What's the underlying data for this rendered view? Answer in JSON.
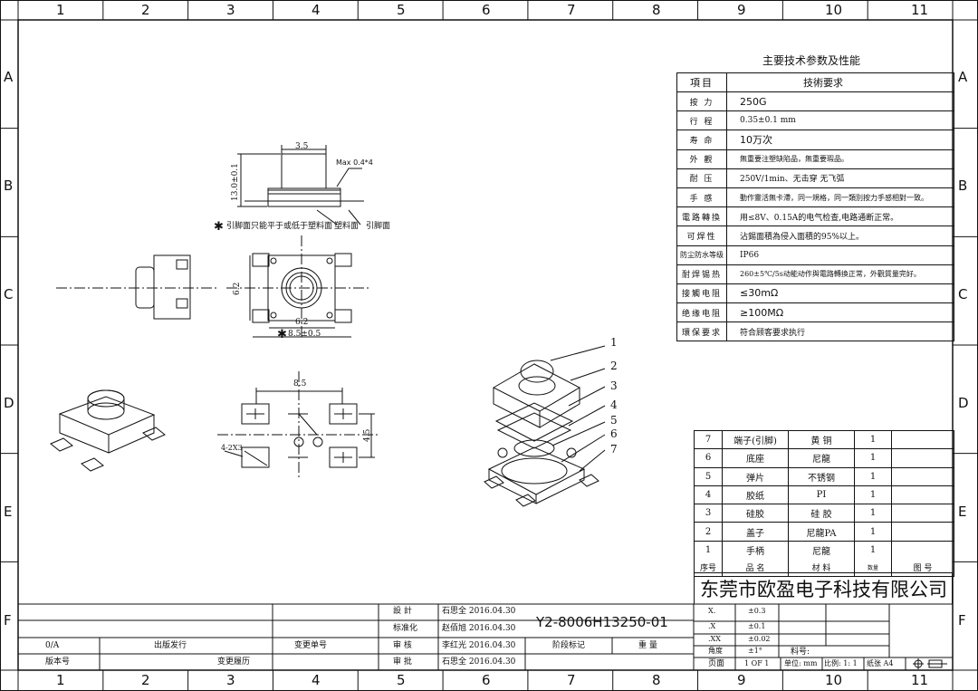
{
  "zones_cols": [
    "1",
    "2",
    "3",
    "4",
    "5",
    "6",
    "7",
    "8",
    "9",
    "10",
    "11"
  ],
  "zones_rows": [
    "A",
    "B",
    "C",
    "D",
    "E",
    "F"
  ],
  "spec_table": {
    "title": "主要技术参数及性能",
    "header": {
      "item": "項目",
      "req": "技術要求"
    },
    "rows": [
      {
        "k": "按 力",
        "v": "250G"
      },
      {
        "k": "行 程",
        "v": "0.35±0.1 mm"
      },
      {
        "k": "寿 命",
        "v": "10万次"
      },
      {
        "k": "外 觀",
        "v": "無重要注塑缺陷品，無重要瑕品。"
      },
      {
        "k": "耐 压",
        "v": "250V/1min、无击穿 无飞弧"
      },
      {
        "k": "手 感",
        "v": "動作靈活無卡滯，同一規格，同一類別按力手感相對一致。"
      },
      {
        "k": "電路轉換",
        "v": "用≤8V、0.15A的电气检查,电路通断正常。"
      },
      {
        "k": "可焊性",
        "v": "沾錫面積為侵入面積的95%以上。"
      },
      {
        "k": "防尘防水等级",
        "v": "IP66"
      },
      {
        "k": "耐焊锡热",
        "v": "260±5℃/5s动能动作與電路轉換正常，外觀質量完好。"
      },
      {
        "k": "接觸电阻",
        "v": "≤30mΩ"
      },
      {
        "k": "绝缘电阻",
        "v": "≥100MΩ"
      },
      {
        "k": "環保要求",
        "v": "符合顾客要求执行"
      }
    ]
  },
  "dims": {
    "top_w": "3.5",
    "max": "Max 0.4*4",
    "height": "13.0±0.1",
    "star1": "✱",
    "note1": "引脚面只能平于或低于塑料面",
    "plastic": "塑料面",
    "pin": "引脚面",
    "side": "6.2",
    "bottom": "6.2",
    "total": "8.5±0.5",
    "pad_w": "8.5",
    "pad_h": "4.5",
    "holes": "4-2X3"
  },
  "callouts": [
    "1",
    "2",
    "3",
    "4",
    "5",
    "6",
    "7"
  ],
  "bom": {
    "rows": [
      {
        "no": "7",
        "name": "端子(引脚)",
        "mat": "黄 铜",
        "qty": "1",
        "dwg": ""
      },
      {
        "no": "6",
        "name": "底座",
        "mat": "尼龍",
        "qty": "1",
        "dwg": ""
      },
      {
        "no": "5",
        "name": "弹片",
        "mat": "不锈钢",
        "qty": "1",
        "dwg": ""
      },
      {
        "no": "4",
        "name": "胶纸",
        "mat": "PI",
        "qty": "1",
        "dwg": ""
      },
      {
        "no": "3",
        "name": "硅胶",
        "mat": "硅 胶",
        "qty": "1",
        "dwg": ""
      },
      {
        "no": "2",
        "name": "盖子",
        "mat": "尼龍PA",
        "qty": "1",
        "dwg": ""
      },
      {
        "no": "1",
        "name": "手柄",
        "mat": "尼龍",
        "qty": "1",
        "dwg": ""
      }
    ],
    "header": {
      "no": "序号",
      "name": "品 名",
      "mat": "材 料",
      "qty": "数量",
      "dwg": "图 号"
    }
  },
  "company": "东莞市欧盈电子科技有限公司",
  "title_block": {
    "design": "設 計",
    "design_v": "石思全 2016.04.30",
    "std": "标准化",
    "std_v": "赵佰旭 2016.04.30",
    "check": "审 核",
    "check_v": "李红光 2016.04.30",
    "approve": "审 批",
    "approve_v": "石思全 2016.04.30",
    "part_no": "Y2-8006H13250-01",
    "stage": "阶段标记",
    "weight": "重 量",
    "ver_v": "0/A",
    "release": "出版发行",
    "chg_no_h": "变更单号",
    "ver_h": "版本号",
    "history": "变更履历",
    "tol": [
      {
        "k": "X.",
        "v": "±0.3"
      },
      {
        "k": ".X",
        "v": "±0.1"
      },
      {
        "k": ".XX",
        "v": "±0.02"
      },
      {
        "k": "角度",
        "v": "±1°"
      }
    ],
    "page_h": "页面",
    "page_v": "1 OF 1",
    "unit": "单位: mm",
    "scale": "比例: 1: 1",
    "paper": "纸张 A4",
    "material_no": "料号:"
  }
}
